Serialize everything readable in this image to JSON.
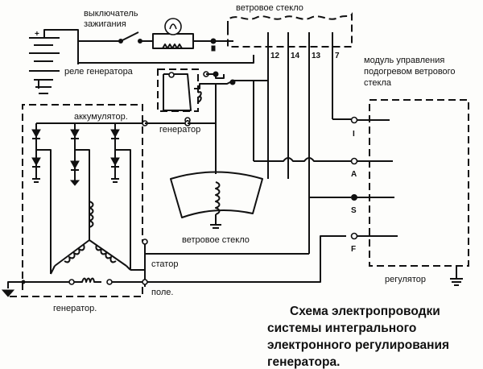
{
  "diagram": {
    "type": "wiring-schematic",
    "language": "ru",
    "caption": {
      "line1": "Схема электропроводки",
      "line2": "системы интегрального",
      "line3": "электронного регулирования",
      "line4": "генератора."
    },
    "labels": {
      "ignition_switch_line1": "выключатель",
      "ignition_switch_line2": "зажигания",
      "windshield_top": "ветровое стекло",
      "generator_relay": "реле генератора",
      "battery_terminal": "аккумулятор.",
      "relay_generator": "генератор",
      "module_line1": "модуль управления",
      "module_line2": "подогревом ветрового",
      "module_line3": "стекла",
      "windshield_bottom": "ветровое стекло",
      "stator": "статор",
      "field": "поле.",
      "generator": "генератор.",
      "regulator": "регулятор"
    },
    "connector_pins": [
      "12",
      "14",
      "13",
      "7"
    ],
    "regulator_terminals": [
      {
        "id": "I",
        "style": "open"
      },
      {
        "id": "A",
        "style": "open"
      },
      {
        "id": "S",
        "style": "filled"
      },
      {
        "id": "F",
        "style": "open"
      }
    ],
    "components": [
      "battery",
      "ignition-switch",
      "indicator-lamp",
      "lamp-resistor",
      "generator-relay",
      "relay-coil",
      "rectifier-diodes",
      "stator-windings",
      "field-winding",
      "windshield-heater-element",
      "windshield-heater-control-module",
      "voltage-regulator",
      "ground"
    ]
  }
}
